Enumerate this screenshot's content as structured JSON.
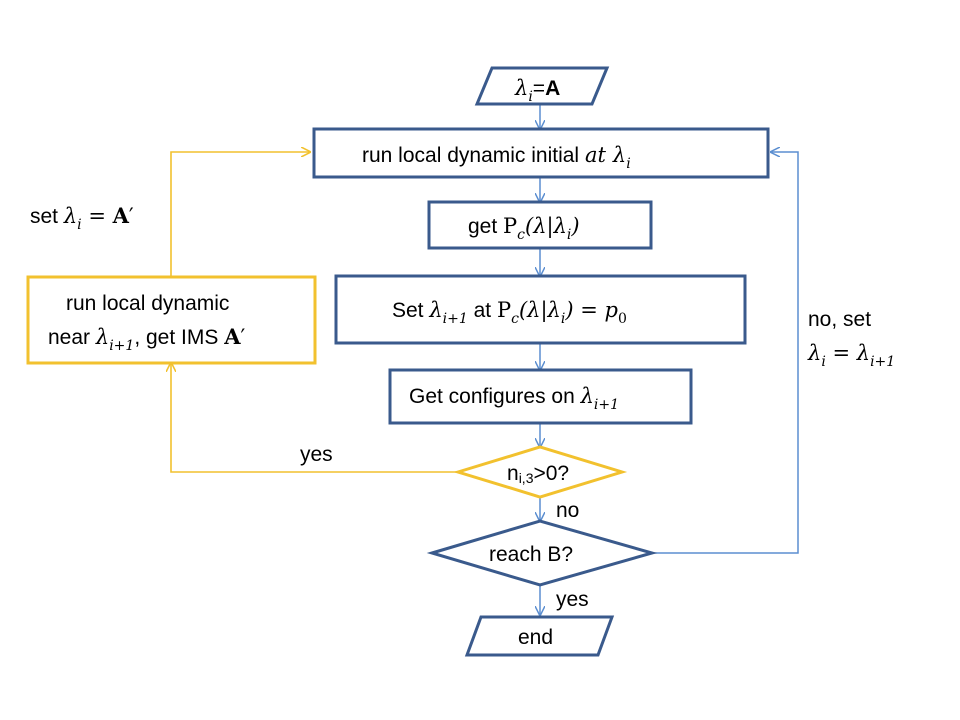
{
  "nodes": {
    "start": {
      "lambda": "λ",
      "sub": "i",
      "eq": "=",
      "val": "A"
    },
    "run_local": {
      "text": "run local dynamic initial ",
      "at": "at",
      "lambda": "λ",
      "sub": "i"
    },
    "get_pc": {
      "text": "get ",
      "P": "P",
      "c": "c",
      "expr": "(λ|λ",
      "sub": "i",
      "close": ")"
    },
    "set_lambda": {
      "text": "Set ",
      "lambda": "λ",
      "sub": "i+1",
      "at": " at ",
      "P": "P",
      "c": "c",
      "expr": "(λ|λ",
      "sub2": "i",
      "eq": ") = ",
      "p": "p",
      "p_sub": "0"
    },
    "get_configures": {
      "text": "Get configures on ",
      "lambda": "λ",
      "sub": "i+1"
    },
    "decision_n": {
      "n": "n",
      "sub": "i,3",
      "cond": ">0?"
    },
    "reach_b": {
      "text": "reach B?"
    },
    "end": {
      "text": "end"
    },
    "side_box": {
      "line1": "run local dynamic",
      "line2_pre": "near ",
      "lambda": "λ",
      "sub": "i+1",
      "line2_post": ", get IMS ",
      "A": "A",
      "prime": "′"
    }
  },
  "labels": {
    "set_A": {
      "pre": "set ",
      "lambda": "λ",
      "sub": "i",
      "eq": " = ",
      "A": "A",
      "prime": "′"
    },
    "yes_left": "yes",
    "no_n": "no",
    "yes_b": "yes",
    "no_set": {
      "line1": "no, set",
      "lambda": "λ",
      "sub": "i",
      "eq": " = ",
      "lambda2": "λ",
      "sub2": "i+1"
    }
  },
  "colors": {
    "box_stroke": "#3A5A8C",
    "decision_yellow": "#F2C12E",
    "arrow_blue": "#5B8ED0"
  }
}
